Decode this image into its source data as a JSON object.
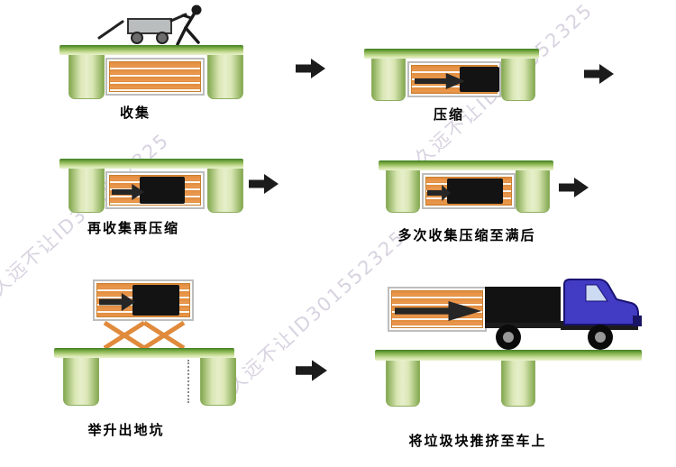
{
  "diagram": {
    "title_hint": "underground-waste-compression-process",
    "watermark": "久远不让ID301552325",
    "steps": [
      {
        "id": 1,
        "label": "收集"
      },
      {
        "id": 2,
        "label": "压缩"
      },
      {
        "id": 3,
        "label": "再收集再压缩"
      },
      {
        "id": 4,
        "label": "多次收集压缩至满后"
      },
      {
        "id": 5,
        "label": "举升出地坑"
      },
      {
        "id": 6,
        "label": "将垃圾块推挤至车上"
      }
    ],
    "palette": {
      "background": "#ffffff",
      "ground_green_dark": "#3e7d22",
      "ground_green_light": "#cfe2a0",
      "pillar_green": "#d9e6b4",
      "container_orange": "#e18c3e",
      "waste_black": "#131313",
      "arrow_black": "#1c1c1c",
      "truck_blue": "#423bc4",
      "truck_window": "#ccdaf2",
      "lift_orange": "#e08a3c",
      "watermark_gray": "#cbc4d6"
    }
  }
}
